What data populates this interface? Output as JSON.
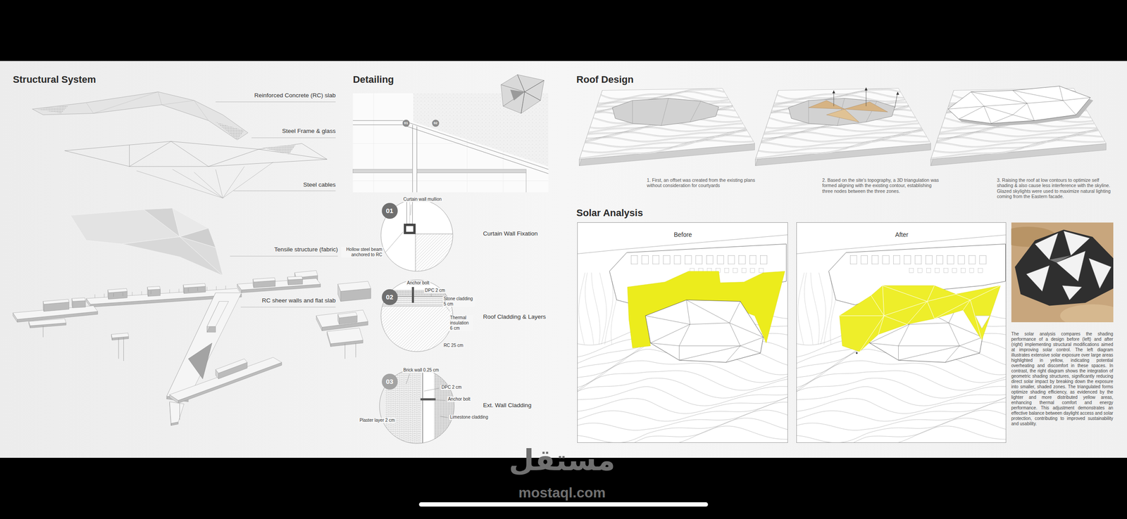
{
  "diagram": {
    "nodes": [
      {
        "text": [
          "01"
        ]
      },
      {
        "text": [
          "02"
        ]
      },
      {
        "text": [
          "01"
        ]
      },
      {
        "text": [
          "02"
        ]
      },
      {
        "text": [
          "03"
        ]
      },
      {
        "text": [
          "Before"
        ]
      },
      {
        "text": [
          "After"
        ]
      }
    ],
    "labels": [
      "Structural System",
      "Reinforced Concrete (RC) slab",
      "Steel Frame & glass",
      "Steel cables",
      "Tensile structure (fabric)",
      "RC sheer walls and flat slab",
      "Detailing",
      "Curtain wall mullion",
      "Hollow steel beam anchored to RC",
      "Curtain Wall Fixation",
      "Anchor bolt",
      "DPC 2 cm",
      "Stone cladding 5 cm",
      "Thermal insulation 6 cm",
      "RC 25 cm",
      "Roof Cladding & Layers",
      "Brick wall 0.25 cm",
      "DPC 2 cm",
      "Anchor bolt",
      "Plaster layer 2 cm",
      "Limestone cladding",
      "Ext. Wall Cladding",
      "Roof Design",
      "1. First, an offset was created from the existing plans without consideration for courtyards",
      "2. Based on the site's topography, a 3D triangulation was formed aligning with the existing contour, establishing three nodes between the three zones.",
      "3. Raising the roof at low contours to optimize self shading & also cause less interference with the skyline. Glazed skylights were used to maximize natural lighting coming from the Eastern facade.",
      "Solar Analysis",
      "The solar analysis compares the shading performance of a design before (left) and after (right) implementing structural modifications aimed at improving solar control. The left diagram illustrates extensive solar exposure over large areas highlighted in yellow, indicating potential overheating and discomfort in these spaces. In contrast, the right diagram shows the integration of geometric shading structures, significantly reducing direct solar impact by breaking down the exposure into smaller, shaded zones. The triangulated forms optimize shading efficiency, as evidenced by the lighter and more distributed yellow areas, enhancing thermal comfort and energy performance. This adjustment demonstrates an effective balance between daylight access and solar protection, contributing to improved sustainability and usability.",
      "مستقل",
      "mostaql.com"
    ]
  }
}
